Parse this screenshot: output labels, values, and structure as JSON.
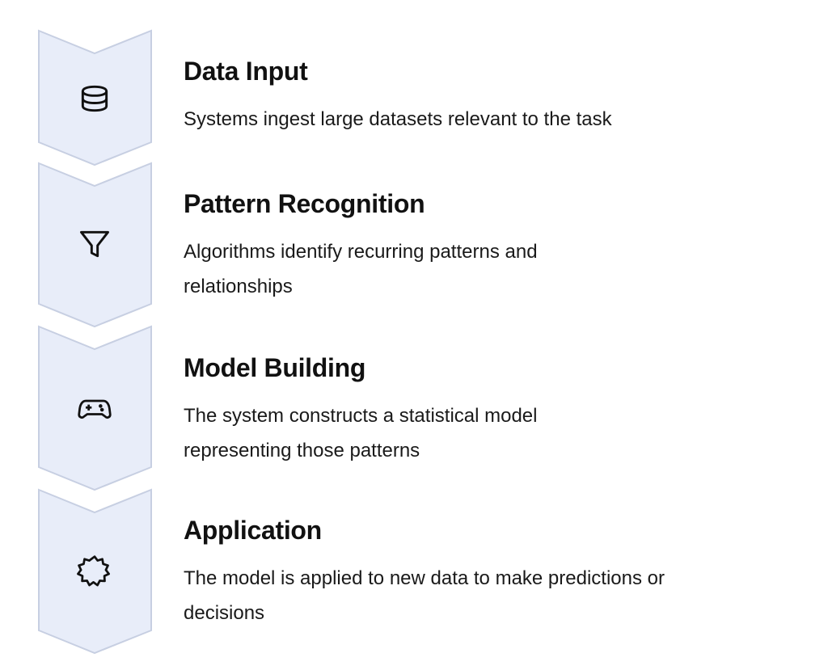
{
  "colors": {
    "chevron_fill": "#e8edf9",
    "chevron_stroke": "#c7cfe2",
    "text": "#111111"
  },
  "steps": [
    {
      "title": "Data Input",
      "description": "Systems ingest large datasets relevant to the task",
      "icon": "database-icon"
    },
    {
      "title": "Pattern Recognition",
      "description": "Algorithms identify recurring patterns and relationships",
      "icon": "filter-icon"
    },
    {
      "title": "Model Building",
      "description": "The system constructs a statistical model representing those patterns",
      "icon": "gamepad-icon"
    },
    {
      "title": "Application",
      "description": "The model is applied to new data to make predictions or decisions",
      "icon": "badge-burst-icon"
    }
  ]
}
